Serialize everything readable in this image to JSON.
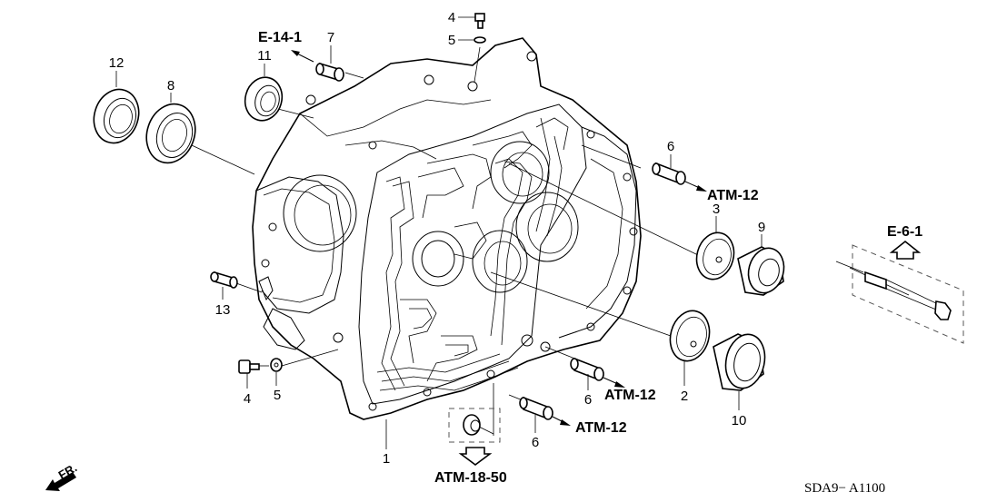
{
  "diagram": {
    "title": "Transmission Housing (Torque Converter Case) Exploded View",
    "diagram_code": "SDA9− A1100",
    "direction_label": "FR.",
    "reference_labels": {
      "e14_1": "E-14-1",
      "e6_1": "E-6-1",
      "atm12_a": "ATM-12",
      "atm12_b": "ATM-12",
      "atm12_c": "ATM-12",
      "atm18_50": "ATM-18-50"
    },
    "callouts": {
      "c1": "1",
      "c2": "2",
      "c3": "3",
      "c4_top": "4",
      "c4_bottom": "4",
      "c5_top": "5",
      "c5_bottom": "5",
      "c6_a": "6",
      "c6_b": "6",
      "c6_c": "6",
      "c7": "7",
      "c8": "8",
      "c9": "9",
      "c10": "10",
      "c11": "11",
      "c12": "12",
      "c13": "13"
    },
    "parts": [
      {
        "number": "1",
        "name": "transmission-housing"
      },
      {
        "number": "2",
        "name": "shim"
      },
      {
        "number": "3",
        "name": "shim"
      },
      {
        "number": "4",
        "name": "bolt"
      },
      {
        "number": "5",
        "name": "washer"
      },
      {
        "number": "6",
        "name": "dowel-pin"
      },
      {
        "number": "7",
        "name": "dowel-pin"
      },
      {
        "number": "8",
        "name": "ball-bearing"
      },
      {
        "number": "9",
        "name": "ball-bearing"
      },
      {
        "number": "10",
        "name": "roller-bearing"
      },
      {
        "number": "11",
        "name": "oil-seal"
      },
      {
        "number": "12",
        "name": "oil-seal"
      },
      {
        "number": "13",
        "name": "dowel-pin"
      }
    ]
  }
}
